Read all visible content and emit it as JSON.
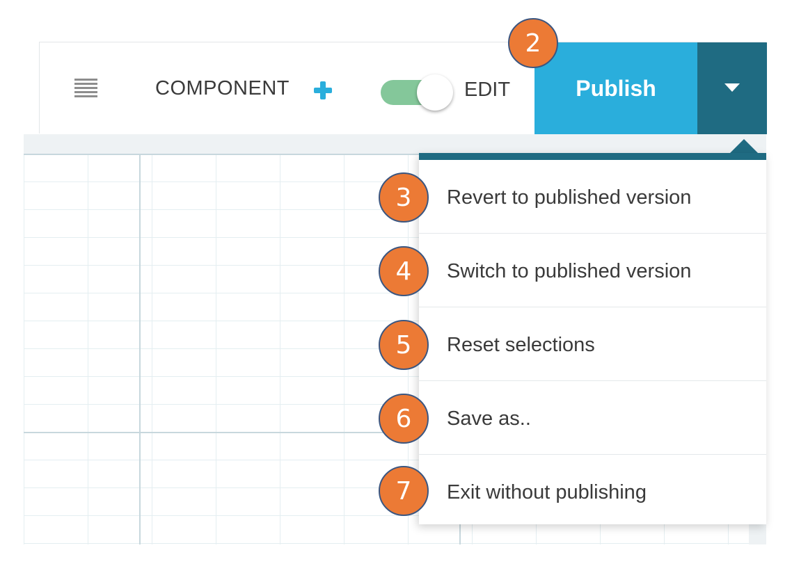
{
  "toolbar": {
    "component_label": "COMPONENT",
    "edit_label": "EDIT",
    "edit_toggle_on": true,
    "publish_label": "Publish"
  },
  "menu": {
    "items": [
      {
        "label": "Revert to published version",
        "badge": "3"
      },
      {
        "label": "Switch to published version",
        "badge": "4"
      },
      {
        "label": "Reset selections",
        "badge": "5"
      },
      {
        "label": "Save as..",
        "badge": "6"
      },
      {
        "label": "Exit without publishing",
        "badge": "7"
      }
    ]
  },
  "callouts": {
    "publish_badge": "2"
  },
  "colors": {
    "publish": "#2aaedc",
    "dropdown": "#1f6b82",
    "toggle_on": "#84c79a",
    "badge": "#ec7a35",
    "plus": "#2aaedc"
  },
  "icons": {
    "menu": "hamburger-icon",
    "add": "plus-icon",
    "dropdown": "caret-down-icon"
  }
}
